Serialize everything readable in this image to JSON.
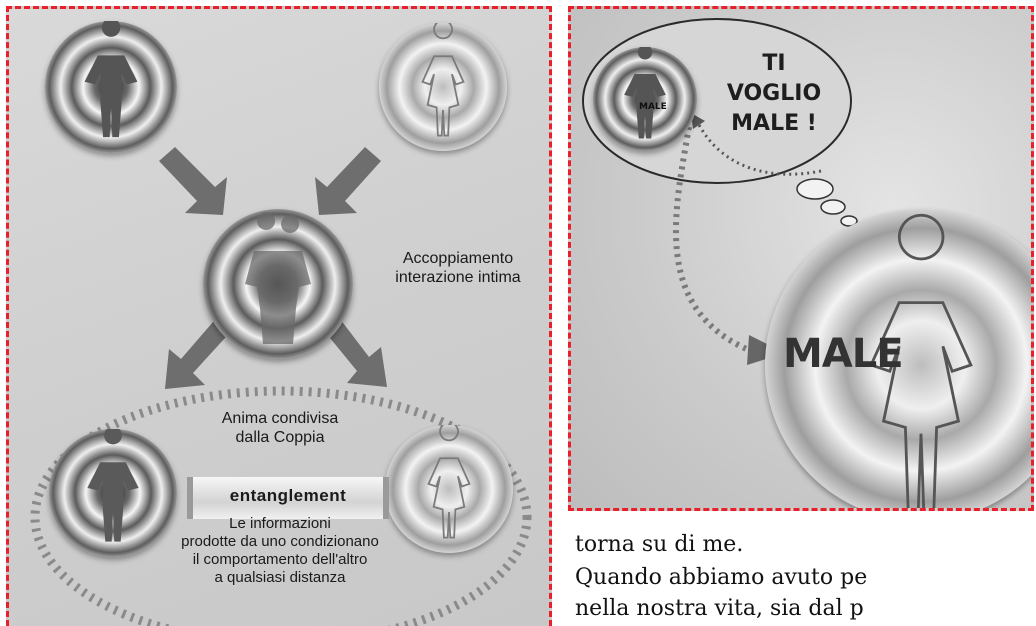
{
  "left_diagram": {
    "caption": "Accoppiamento\ninterazione intima",
    "oval_title": "Anima condivisa\ndalla Coppia",
    "banner": "entanglement",
    "oval_text": "Le informazioni\nprodotte da uno condizionano\nil comportamento dell'altro\na qualsiasi distanza"
  },
  "right_diagram": {
    "thought_text": "TI\nVOGLIO\nMALE !",
    "small_label": "MALE",
    "big_label": "MALE"
  },
  "body_text": {
    "line1": "torna su di me.",
    "line2": "Quando abbiamo avuto pe",
    "line3": "nella nostra vita, sia dal p"
  },
  "colors": {
    "dash_border": "#e8202a",
    "arrow": "#6e6e6e",
    "dots": "#7a7a7a"
  }
}
